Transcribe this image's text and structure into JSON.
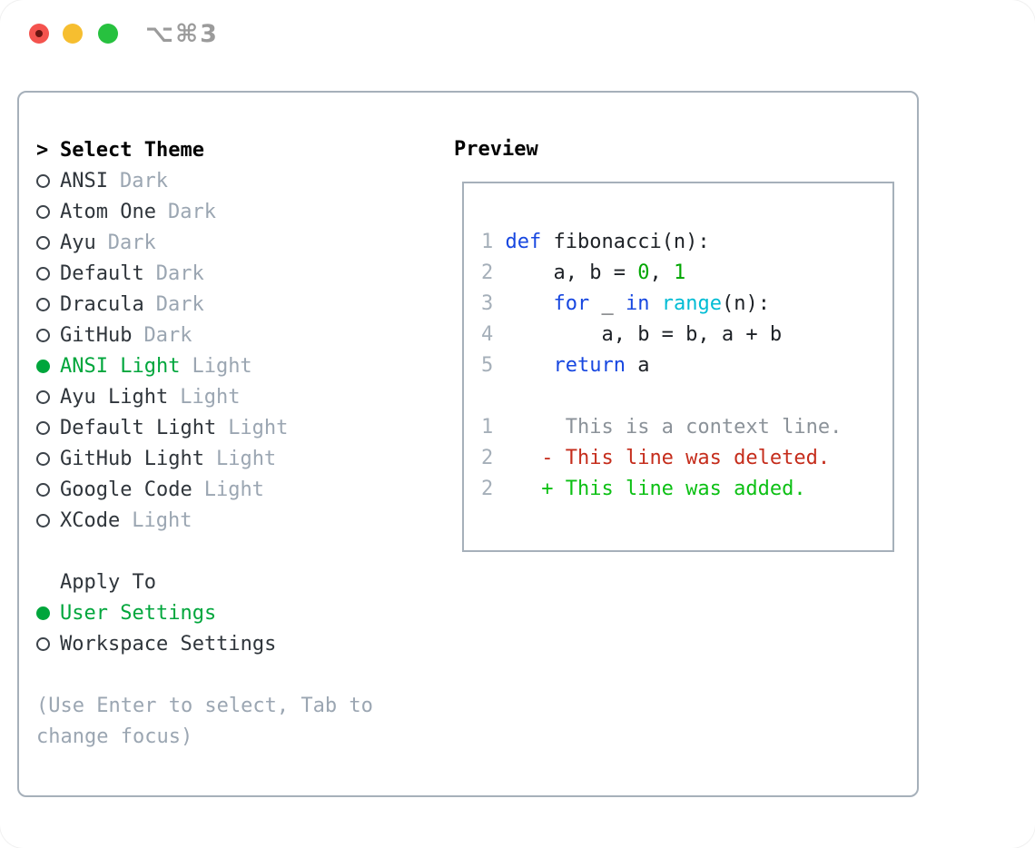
{
  "window": {
    "shortcut_label": "⌥⌘3",
    "traffic_lights": [
      {
        "name": "close",
        "color": "#f4534e"
      },
      {
        "name": "minimize",
        "color": "#f6be30"
      },
      {
        "name": "zoom",
        "color": "#27c13f"
      }
    ]
  },
  "theme_panel": {
    "header_prefix": ">",
    "header": "Select Theme",
    "items": [
      {
        "name": "ANSI",
        "tag": "Dark",
        "selected": false
      },
      {
        "name": "Atom One",
        "tag": "Dark",
        "selected": false
      },
      {
        "name": "Ayu",
        "tag": "Dark",
        "selected": false
      },
      {
        "name": "Default",
        "tag": "Dark",
        "selected": false
      },
      {
        "name": "Dracula",
        "tag": "Dark",
        "selected": false
      },
      {
        "name": "GitHub",
        "tag": "Dark",
        "selected": false
      },
      {
        "name": "ANSI Light",
        "tag": "Light",
        "selected": true
      },
      {
        "name": "Ayu Light",
        "tag": "Light",
        "selected": false
      },
      {
        "name": "Default Light",
        "tag": "Light",
        "selected": false
      },
      {
        "name": "GitHub Light",
        "tag": "Light",
        "selected": false
      },
      {
        "name": "Google Code",
        "tag": "Light",
        "selected": false
      },
      {
        "name": "XCode",
        "tag": "Light",
        "selected": false
      }
    ],
    "apply_to": {
      "header": "Apply To",
      "options": [
        {
          "name": "User Settings",
          "selected": true
        },
        {
          "name": "Workspace Settings",
          "selected": false
        }
      ]
    },
    "help_lines": [
      "(Use Enter to select, Tab to",
      "change focus)"
    ]
  },
  "preview": {
    "title": "Preview",
    "lines": [
      {
        "segments": [
          {
            "t": "1 ",
            "c": "lineno"
          },
          {
            "t": "def ",
            "c": "kw"
          },
          {
            "t": "fibonacci(n):",
            "c": "plain"
          }
        ]
      },
      {
        "segments": [
          {
            "t": "2 ",
            "c": "lineno"
          },
          {
            "t": "    a, b = ",
            "c": "plain"
          },
          {
            "t": "0",
            "c": "num"
          },
          {
            "t": ", ",
            "c": "plain"
          },
          {
            "t": "1",
            "c": "num"
          }
        ]
      },
      {
        "segments": [
          {
            "t": "3 ",
            "c": "lineno"
          },
          {
            "t": "    ",
            "c": "plain"
          },
          {
            "t": "for",
            "c": "kw"
          },
          {
            "t": " _ ",
            "c": "plain"
          },
          {
            "t": "in",
            "c": "kw"
          },
          {
            "t": " ",
            "c": "plain"
          },
          {
            "t": "range",
            "c": "fn"
          },
          {
            "t": "(n):",
            "c": "plain"
          }
        ]
      },
      {
        "segments": [
          {
            "t": "4 ",
            "c": "lineno"
          },
          {
            "t": "        a, b = b, a + b",
            "c": "plain"
          }
        ]
      },
      {
        "segments": [
          {
            "t": "5 ",
            "c": "lineno"
          },
          {
            "t": "    ",
            "c": "plain"
          },
          {
            "t": "return",
            "c": "kw"
          },
          {
            "t": " a",
            "c": "plain"
          }
        ]
      },
      {
        "segments": []
      },
      {
        "segments": [
          {
            "t": "1 ",
            "c": "lineno"
          },
          {
            "t": "     This is a context line.",
            "c": "ctx"
          }
        ]
      },
      {
        "segments": [
          {
            "t": "2 ",
            "c": "lineno"
          },
          {
            "t": "   - This line was deleted.",
            "c": "del"
          }
        ]
      },
      {
        "segments": [
          {
            "t": "2 ",
            "c": "lineno"
          },
          {
            "t": "   + This line was added.",
            "c": "add"
          }
        ]
      }
    ]
  },
  "colors": {
    "accent-green": "#00a63c",
    "tl-red": "#f4534e",
    "tl-yellow": "#f6be30",
    "tl-green": "#27c13f",
    "border-gray": "#a6b0ba",
    "text-dark": "#2f353b",
    "tag-gray": "#9ba6b2",
    "lineno-gray": "#a5afb9",
    "kw-blue": "#1747e0",
    "fn-cyan": "#00bcd4",
    "num-green": "#00a600",
    "ctx-gray": "#8b9299",
    "del-red": "#c52d1c",
    "add-green": "#0cc014"
  }
}
